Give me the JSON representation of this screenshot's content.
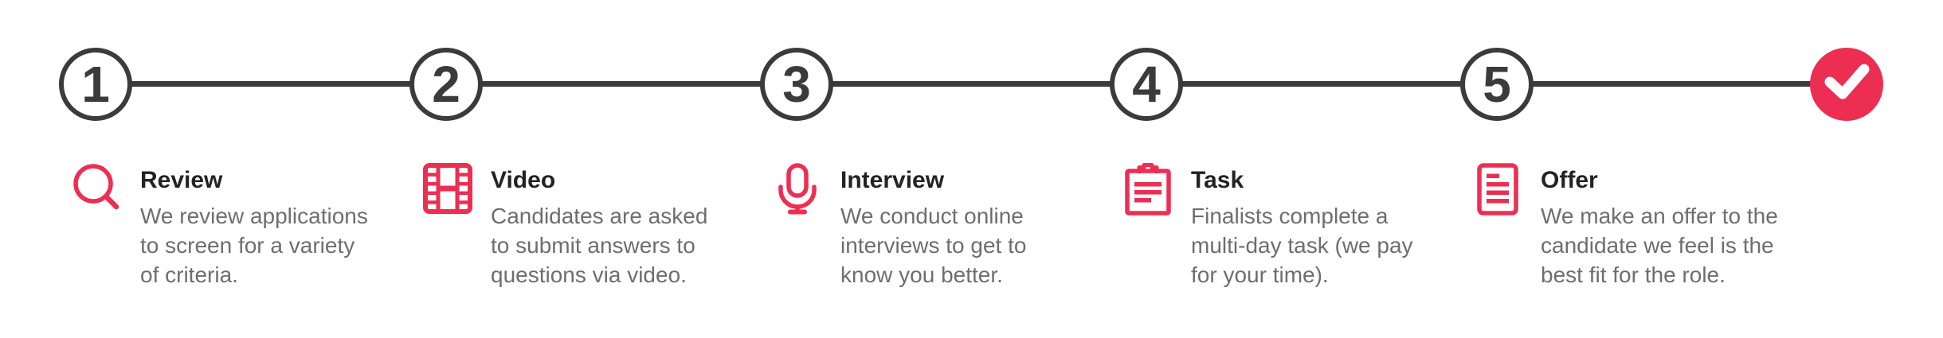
{
  "colors": {
    "accent": "#ED2E53",
    "line": "#3B3B3B",
    "title": "#232323",
    "body": "#6E6E6E",
    "background": "#FFFFFF"
  },
  "stepper": {
    "final_node": {
      "icon": "check-icon"
    }
  },
  "steps": [
    {
      "number": "1",
      "icon": "search-icon",
      "title": "Review",
      "lines": [
        "We review applications",
        "to screen for a variety",
        "of criteria."
      ]
    },
    {
      "number": "2",
      "icon": "film-icon",
      "title": "Video",
      "lines": [
        "Candidates are asked",
        "to submit answers to",
        "questions via video."
      ]
    },
    {
      "number": "3",
      "icon": "microphone-icon",
      "title": "Interview",
      "lines": [
        "We conduct online",
        "interviews to get to",
        "know you better."
      ]
    },
    {
      "number": "4",
      "icon": "clipboard-icon",
      "title": "Task",
      "lines": [
        "Finalists complete a",
        "multi-day task (we pay",
        "for your time)."
      ]
    },
    {
      "number": "5",
      "icon": "document-icon",
      "title": "Offer",
      "lines": [
        "We make an offer to the",
        "candidate we feel is the",
        "best fit for the role."
      ]
    }
  ]
}
